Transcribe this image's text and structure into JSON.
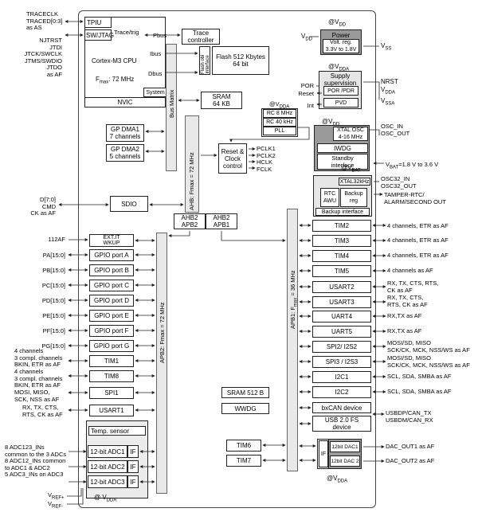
{
  "left_signals": {
    "trace": [
      "TRACECLK",
      "TRACED[0:3]",
      "as AS"
    ],
    "jtag": [
      "NJTRST",
      "JTDI",
      "JTCK/SWCLK",
      "JTMS/SWDIO",
      "JTDO",
      "as AF"
    ],
    "sdio": [
      "D[7:0]",
      "CMD",
      "CK as AF"
    ],
    "af112": "112AF",
    "ports": [
      "PA[15:0]",
      "PB[15:0]",
      "PC[15:0]",
      "PD[15:0]",
      "PE[15:0]",
      "PF[15:0]",
      "PG[15:0]"
    ],
    "tim1": [
      "4 channels",
      "3 compl. channels",
      "BKIN, ETR as AF"
    ],
    "tim8": [
      "4 channels",
      "3 compl. channels",
      "BKIN, ETR as AF"
    ],
    "spi1": [
      "MOSI, MISO,",
      "SCK, NSS as AF"
    ],
    "usart1": [
      "RX, TX, CTS,",
      "RTS, CK as AF"
    ],
    "adc": [
      "8 ADC123_INs",
      "common to the 3 ADCs",
      "8 ADC12_INs common",
      "to ADC1 & ADC2",
      "5 ADC3_INs on ADC3"
    ],
    "vref_plus": "V",
    "vref_plus_sub": "REF+",
    "vref_minus": "V",
    "vref_minus_sub": "REF-"
  },
  "core": {
    "tpiu": "TPIU",
    "swjtag": "SW/JTAG",
    "trace_trig": "Trace/trig",
    "cpu": "Cortex-M3 CPU",
    "fmax": "F",
    "fmax_sub": "max",
    "fmax_val": ": 72 MHz",
    "nvic": "NVIC",
    "ibus": "Ibus",
    "dbus": "Dbus",
    "pbus": "Pbus",
    "system": "System",
    "trace_ctrl": [
      "Trace",
      "controller"
    ],
    "flash_if": [
      "Flash obl",
      "interface"
    ],
    "flash": [
      "Flash 512 Kbytes",
      "64 bit"
    ],
    "sram64": [
      "SRAM",
      "64 KB"
    ],
    "bus_matrix": "Bus Matrix",
    "dma1": [
      "GP DMA1",
      "7 channels"
    ],
    "dma2": [
      "GP DMA2",
      "5 channels"
    ],
    "ahb_label": "AHB: Fmax = 72 MHz",
    "sdio": "SDIO",
    "ahb2apb2": [
      "AHB2",
      "APB2"
    ],
    "ahb2apb1": [
      "AHB2",
      "APB1"
    ],
    "reset_clock": [
      "Reset &",
      "Clock",
      "control"
    ],
    "clocks": [
      "PCLK1",
      "PCLK2",
      "HCLK",
      "FCLK"
    ],
    "rc8": "RC 8 MHz",
    "rc40": "RC 40 kHz",
    "pll": "PLL",
    "at_vdda": "@V",
    "at_vdda_sub": "DDA",
    "at_vdd": "@V",
    "at_vdd_sub": "DD"
  },
  "power": {
    "at_vdd": "@V",
    "at_vdd_sub": "DD",
    "vdd": "V",
    "vdd_sub": "DD",
    "title": "Power",
    "reg": [
      "Volt. reg.",
      "3.3V to 1.8V"
    ],
    "vss": "V",
    "vss_sub": "SS",
    "at_vdda": "@V",
    "at_vdda_sub": "DDA",
    "supply": [
      "Supply",
      "supervision"
    ],
    "por": "POR /PDR",
    "pvd": "PVD",
    "por_lbl": "POR",
    "reset_lbl": "Reset",
    "int_lbl": "Int",
    "right": [
      "NRST",
      "V",
      "V"
    ],
    "right_sub": [
      "",
      "DDA",
      "SSA"
    ]
  },
  "osc": {
    "xtal": [
      "XTAL OSC",
      "4-16 MHz"
    ],
    "right": [
      "OSC_IN",
      "OSC_OUT"
    ],
    "iwdg": "IWDG",
    "standby": [
      "Standby",
      "interface"
    ],
    "at_vbat": "@V",
    "at_vbat_sub": "BAT",
    "vbat_lbl": "V",
    "vbat_sub": "BAT",
    "vbat_val": "=1.8 V to 3.6 V",
    "xtal32": "XTAL32kHz",
    "osc32": [
      "OSC32_IN",
      "OSC32_OUT"
    ],
    "rtc": [
      "RTC",
      "AWU"
    ],
    "backup_reg": [
      "Backup",
      "reg"
    ],
    "backup_if": "Backup interface",
    "tamper": [
      "TAMPER-RTC/",
      "ALARM/SECOND OUT"
    ]
  },
  "apb1_label": "APB1: F",
  "apb1_sub": "max",
  "apb1_val": " = 36 MHz",
  "apb2_label": "APB2: Fmax = 72 MHz",
  "apb2_periph": [
    "EXT.IT",
    "WKUP",
    "GPIO port A",
    "GPIO port B",
    "GPIO port C",
    "GPIO port D",
    "GPIO port E",
    "GPIO port F",
    "GPIO port G",
    "TIM1",
    "TIM8",
    "SPI1",
    "USART1"
  ],
  "apb1_periph": [
    "TIM2",
    "TIM3",
    "TIM4",
    "TIM5",
    "USART2",
    "USART3",
    "UART4",
    "UART5",
    "SPI2/ I2S2",
    "SPI3 / I2S3",
    "I2C1",
    "I2C2",
    "bxCAN device",
    "USB 2.0 FS",
    "device"
  ],
  "apb1_right": [
    [
      "4 channels, ETR as AF"
    ],
    [
      "4 channels, ETR as AF"
    ],
    [
      "4 channels, ETR as AF"
    ],
    [
      "4 channels as AF"
    ],
    [
      "RX, TX, CTS, RTS,",
      "CK as AF"
    ],
    [
      "RX, TX, CTS,",
      "RTS, CK as AF"
    ],
    [
      "RX,TX as AF"
    ],
    [
      "RX,TX as AF"
    ],
    [
      "MOSI/SD, MISO",
      "SCK/CK, MCK, NSS/WS as AF"
    ],
    [
      "MOSI/SD, MISO",
      "SCK/CK, MCK, NSS/WS as AF"
    ],
    [
      "SCL, SDA, SMBA as AF"
    ],
    [
      "SCL, SDA, SMBA as AF"
    ],
    [
      "USBDP/CAN_TX",
      "USBDM/CAN_RX"
    ]
  ],
  "mid": {
    "sram512": "SRAM 512 B",
    "wwdg": "WWDG",
    "tim6": "TIM6",
    "tim7": "TIM7"
  },
  "adc_blocks": {
    "temp": "Temp. sensor",
    "adc1": "12-bit ADC1",
    "adc2": "12-bit ADC2",
    "adc3": "12-bit ADC3",
    "if": "IF",
    "at_vdda": "@ V",
    "at_vdda_sub": "DDA"
  },
  "dac": {
    "dac1": "12bit DAC1",
    "dac2": "12bit DAC 2",
    "if": "IF",
    "out": [
      "DAC_OUT1 as AF",
      "DAC_OUT2 as AF"
    ],
    "at_vdda": "@V",
    "at_vdda_sub": "DDA"
  }
}
